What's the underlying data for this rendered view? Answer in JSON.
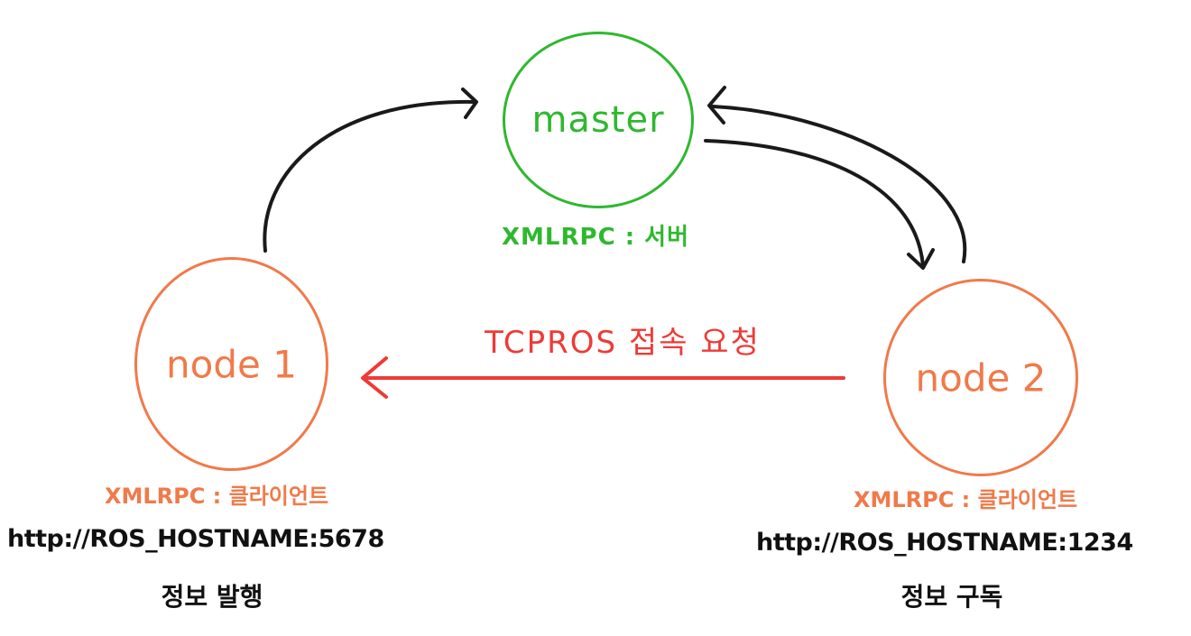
{
  "colors": {
    "master": "#2fb82f",
    "node": "#f07a4a",
    "request": "#ee3a36",
    "text": "#111111",
    "arrow": "#1a1a1a"
  },
  "master": {
    "label": "master",
    "role": "XMLRPC : 서버"
  },
  "request": {
    "label": "TCPROS 접속 요청"
  },
  "node1": {
    "label": "node 1",
    "role": "XMLRPC : 클라이언트",
    "uri": "http://ROS_HOSTNAME:5678",
    "action": "정보 발행"
  },
  "node2": {
    "label": "node 2",
    "role": "XMLRPC : 클라이언트",
    "uri": "http://ROS_HOSTNAME:1234",
    "action": "정보 구독"
  }
}
